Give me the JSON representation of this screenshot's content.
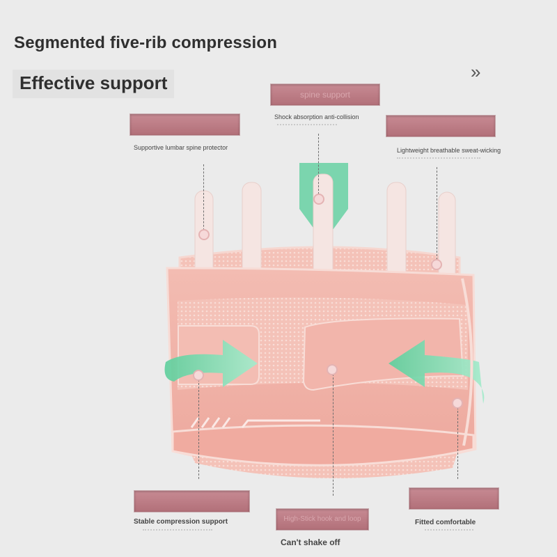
{
  "headline": {
    "line1": "Segmented five-rib compression",
    "line2": "Effective support",
    "chevron": "»"
  },
  "callouts": {
    "spine": {
      "tag": "spine support",
      "caption": "Shock absorption anti-collision"
    },
    "lumbar": {
      "tag": "",
      "caption": "Supportive lumbar spine protector"
    },
    "breathable": {
      "tag": "",
      "caption": "Lightweight breathable sweat-wicking"
    },
    "stable": {
      "tag": "",
      "caption": "Stable compression support"
    },
    "hook": {
      "tag": "High-Stick hook and loop",
      "caption": "Can't shake off"
    },
    "fitted": {
      "tag": "",
      "caption": "Fitted comfortable"
    }
  },
  "colors": {
    "background": "#ebebeb",
    "belt": "#f1b5ab",
    "mesh": "#f3c4bb",
    "rib": "#f4e4e1",
    "accent": "#6fd3a7",
    "tag": "#b9787f"
  }
}
